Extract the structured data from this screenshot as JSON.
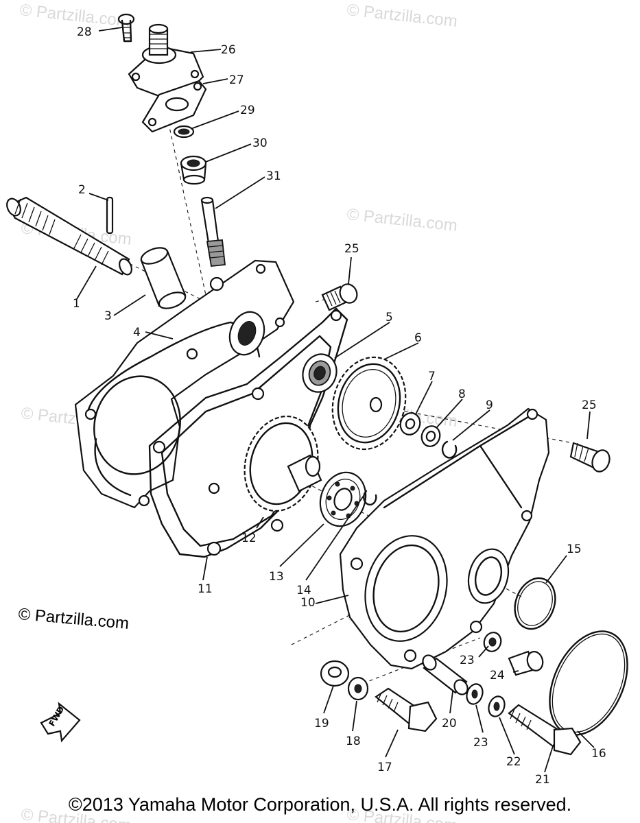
{
  "watermark": "© Partzilla.com",
  "brand_label": "© Partzilla.com",
  "footer": "©2013  Yamaha Motor Corporation, U.S.A. All rights reserved.",
  "fwd_label": "FWD",
  "callouts": [
    "1",
    "2",
    "3",
    "4",
    "5",
    "6",
    "7",
    "8",
    "9",
    "10",
    "11",
    "12",
    "13",
    "14",
    "15",
    "16",
    "17",
    "18",
    "19",
    "20",
    "21",
    "22",
    "23",
    "23",
    "24",
    "25",
    "25",
    "26",
    "27",
    "28",
    "29",
    "30",
    "31"
  ]
}
